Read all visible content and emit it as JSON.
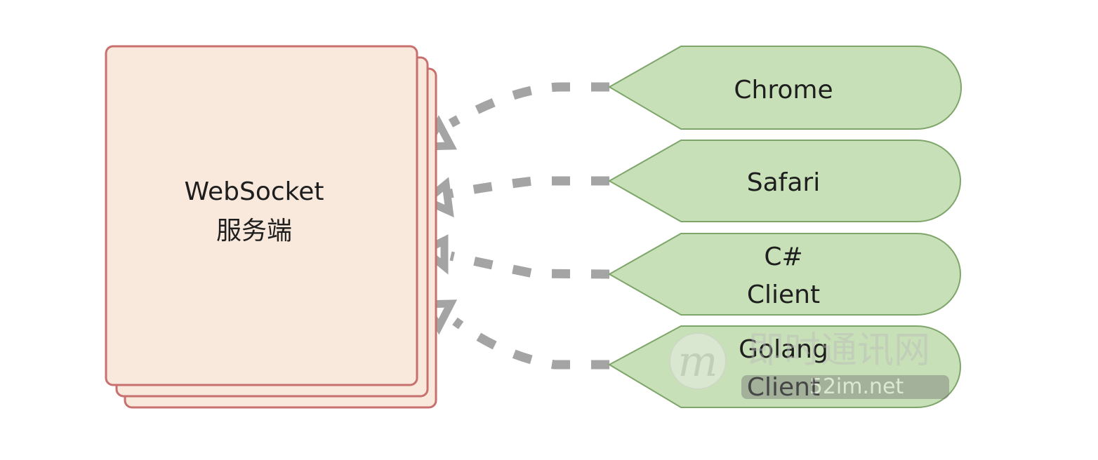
{
  "server": {
    "line1": "WebSocket",
    "line2": "服务端"
  },
  "clients": [
    {
      "line1": "Chrome"
    },
    {
      "line1": "Safari"
    },
    {
      "line1": "C#",
      "line2": "Client"
    },
    {
      "line1": "Golang",
      "line2": "Client"
    }
  ],
  "watermark": {
    "logo": "m",
    "text": "即时通讯网",
    "url": "52im.net"
  },
  "colors": {
    "server_fill": "#f8e9dc",
    "server_stroke": "#c8706d",
    "client_fill": "#c8e0b8",
    "client_stroke": "#7ea66a",
    "connector": "#a4a4a4"
  }
}
